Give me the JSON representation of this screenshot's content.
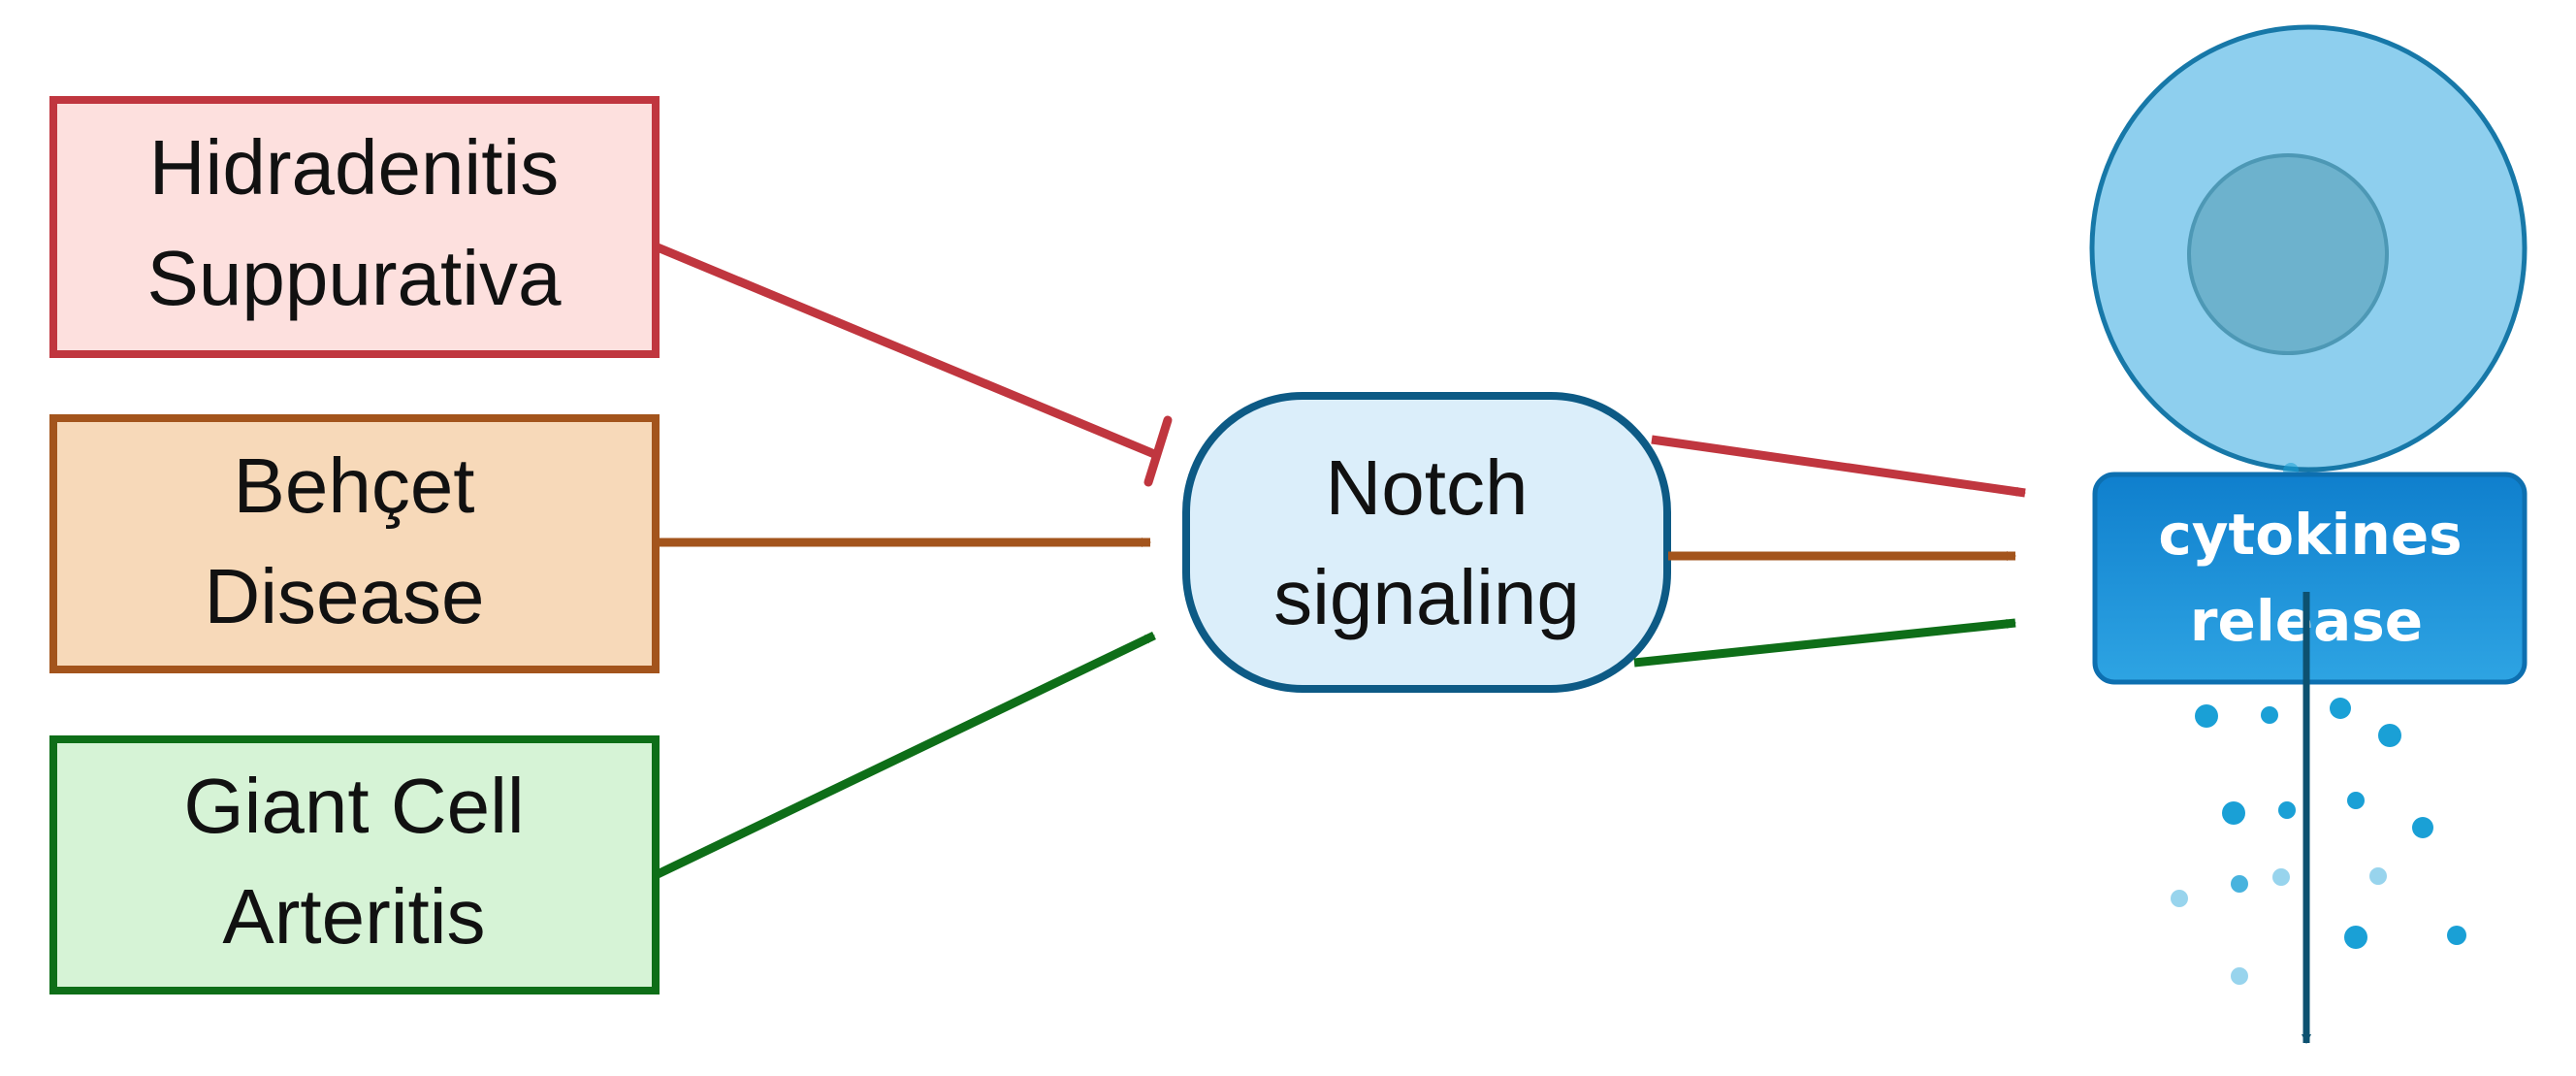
{
  "diseases": [
    {
      "id": "hs",
      "lines": [
        "Hidradenitis",
        "Suppurativa"
      ],
      "effect": "inhibits",
      "colors": {
        "fill": "#fde0de",
        "stroke": "#c0363f",
        "arrow": "#c0363f"
      }
    },
    {
      "id": "bd",
      "lines": [
        "Behçet",
        "Disease"
      ],
      "effect": "activates",
      "colors": {
        "fill": "#f7d9b9",
        "stroke": "#a3541c",
        "arrow": "#a3541c"
      }
    },
    {
      "id": "gca",
      "lines": [
        "Giant Cell",
        "Arteritis"
      ],
      "effect": "activates",
      "colors": {
        "fill": "#d6f3d6",
        "stroke": "#0e6e18",
        "arrow": "#0e6e18"
      }
    }
  ],
  "hub": {
    "lines": [
      "Notch",
      "signaling"
    ],
    "colors": {
      "fill": "#dbeefa",
      "stroke": "#0d5a85"
    }
  },
  "cell": {
    "label_lines": [
      "cytokines",
      "release"
    ],
    "colors": {
      "membrane": "#8ecfee",
      "membrane_stroke": "#1778a8",
      "nucleus": "#6db2cd",
      "nucleus_stroke": "#4d98b5",
      "badge": "#1c8fd4",
      "badge_stroke": "#0d6fb0",
      "release_arrow": "#0d5170",
      "dots": "#1aa0d6"
    }
  },
  "icons": {
    "cell": "immune-cell-icon",
    "dots": "cytokine-particle-icon"
  }
}
